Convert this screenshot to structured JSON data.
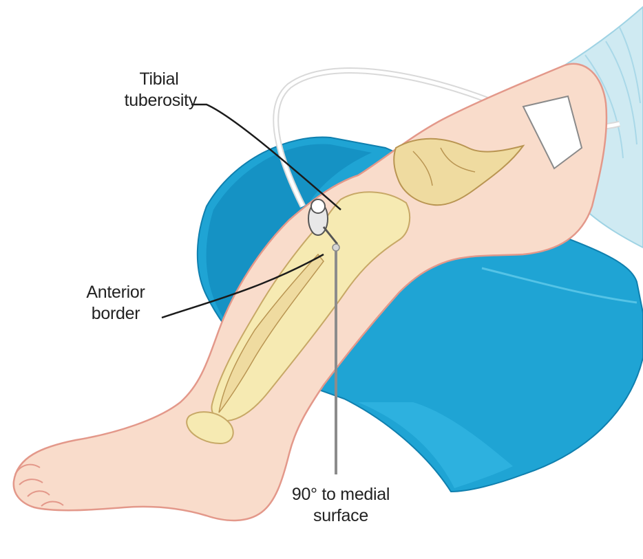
{
  "labels": {
    "tibial_tuberosity_line1": "Tibial",
    "tibial_tuberosity_line2": "tuberosity",
    "anterior_border_line1": "Anterior",
    "anterior_border_line2": "border",
    "angle_line1": "90° to medial",
    "angle_line2": "surface"
  },
  "colors": {
    "skin": "#f9dccb",
    "skin_outline": "#e3988a",
    "bone_fill": "#f6eab2",
    "bone_outline": "#c7a866",
    "pillow": "#20a6d6",
    "pillow_dark": "#0f88b8",
    "pillow_light": "#56c4e8",
    "drape": "#bfe4ef",
    "leader_line": "#1b1b1b",
    "needle_line": "#8c8c8c"
  }
}
